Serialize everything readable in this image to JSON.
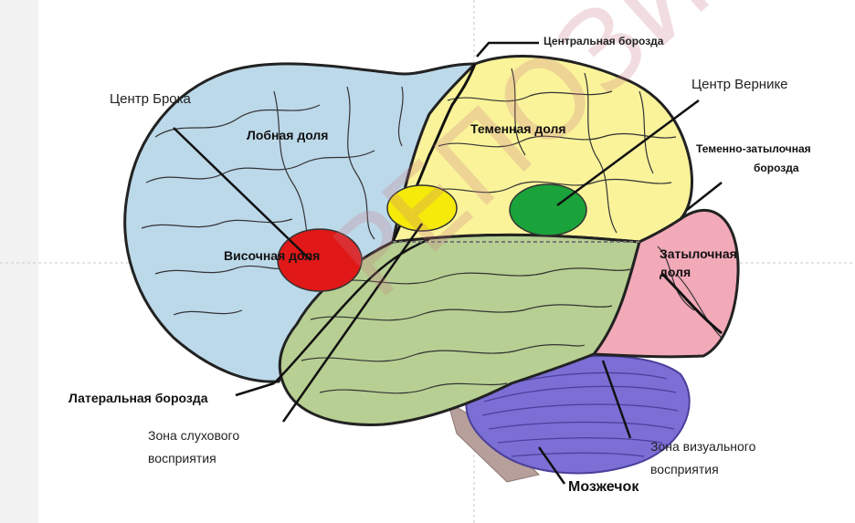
{
  "labels": {
    "central_sulcus": "Центральная борозда",
    "broca": "Центр Брока",
    "wernicke": "Центр Вернике",
    "frontal": "Лобная доля",
    "parietal": "Теменная доля",
    "parieto_occipital_1": "Теменно-затылочная",
    "parieto_occipital_2": "борозда",
    "temporal": "Височная доля",
    "occipital_1": "Затылочная",
    "occipital_2": "доля",
    "lateral": "Латеральная борозда",
    "auditory_1": "Зона слухового",
    "auditory_2": "восприятия",
    "visual_1": "Зона визуального",
    "visual_2": "восприятия",
    "cerebellum": "Мозжечок"
  },
  "watermark": "РЕПОЗИТОРИЙ БГПУ",
  "colors": {
    "frontal": "#bcd9ea",
    "parietal": "#faf39a",
    "temporal": "#b7cf92",
    "occipital": "#f2a9b8",
    "cerebellum": "#7b6fd6",
    "brainstem": "#b7a09b",
    "broca_marker": "#e01818",
    "wernicke_marker": "#1aa33a",
    "auditory_marker": "#f5ea0a"
  }
}
